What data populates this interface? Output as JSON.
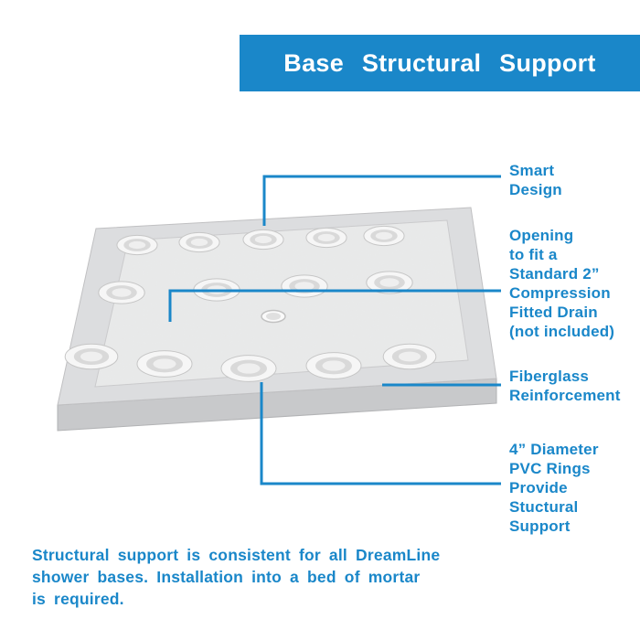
{
  "banner": {
    "title": "Base Structural Support"
  },
  "callouts": {
    "smart_design": {
      "label": "Smart\nDesign"
    },
    "drain_opening": {
      "label": "Opening\nto fit a\nStandard 2”\nCompression\nFitted Drain\n(not included)"
    },
    "fiberglass": {
      "label": "Fiberglass\nReinforcement"
    },
    "pvc_rings": {
      "label": "4” Diameter\nPVC Rings\nProvide\nStuctural\nSupport"
    }
  },
  "footer": {
    "text": "Structural support is consistent for all DreamLine\nshower bases. Installation into a bed of mortar\nis required."
  },
  "colors": {
    "accent_blue": "#1a87c9",
    "banner_text": "#ffffff",
    "base_gray": "#dedede",
    "base_floor": "#e9eaea",
    "base_side": "#c8c9cb",
    "ring_white": "#f6f6f6"
  }
}
